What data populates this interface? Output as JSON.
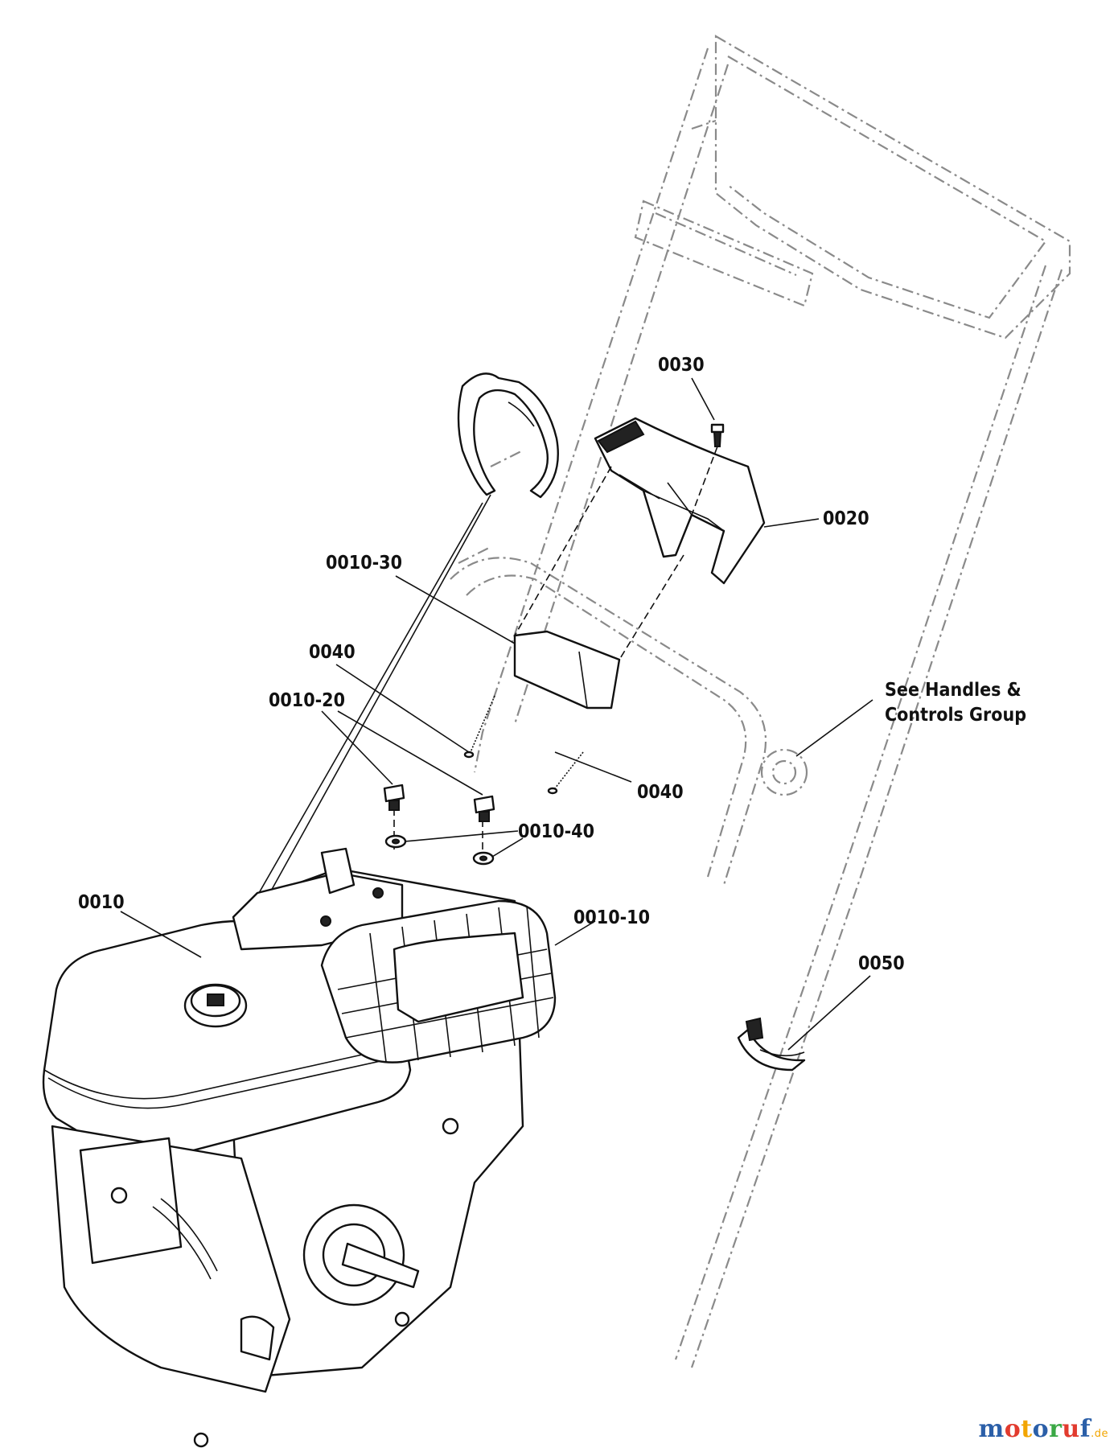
{
  "callouts": {
    "c0030": "0030",
    "c0020": "0020",
    "c0010_30": "0010-30",
    "c0040_top": "0040",
    "c0010_20": "0010-20",
    "c0040_bottom": "0040",
    "c0010_40": "0010-40",
    "c0010": "0010",
    "c0010_10": "0010-10",
    "c0050": "0050",
    "see_handles_line1": "See Handles &",
    "see_handles_line2": "Controls Group"
  },
  "watermark": {
    "letters": [
      "m",
      "o",
      "t",
      "o",
      "r",
      "u",
      "f"
    ],
    "letter_colors": [
      "#2b5fa8",
      "#e23b2e",
      "#f2a500",
      "#2b5fa8",
      "#3aa845",
      "#e23b2e",
      "#2b5fa8"
    ],
    "domain": ".de"
  }
}
